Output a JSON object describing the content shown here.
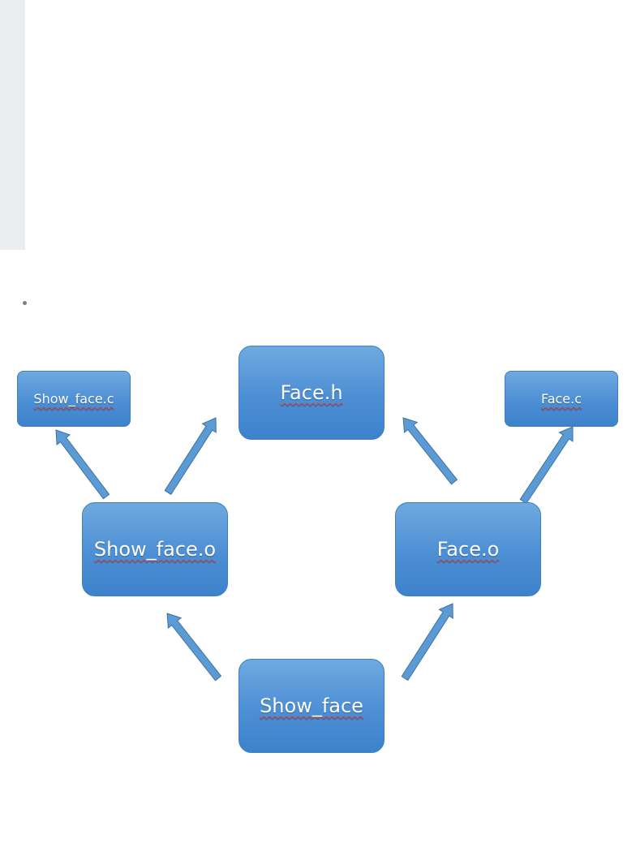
{
  "nodes": {
    "face_h": "Face.h",
    "show_face_c": "Show_face.c",
    "face_c": "Face.c",
    "show_face_o": "Show_face.o",
    "face_o": "Face.o",
    "show_face": "Show_face"
  },
  "colors": {
    "node_fill_top": "#6fa9e0",
    "node_fill_bottom": "#3d82cc",
    "node_border": "#3f7fbf",
    "arrow_fill": "#5b9bd5",
    "arrow_stroke": "#41719c",
    "gutter": "#ecedf0"
  },
  "edges": [
    {
      "from": "Show_face.o",
      "to": "Show_face.c"
    },
    {
      "from": "Show_face.o",
      "to": "Face.h"
    },
    {
      "from": "Face.o",
      "to": "Face.h"
    },
    {
      "from": "Face.o",
      "to": "Face.c"
    },
    {
      "from": "Show_face",
      "to": "Show_face.o"
    },
    {
      "from": "Show_face",
      "to": "Face.o"
    }
  ]
}
